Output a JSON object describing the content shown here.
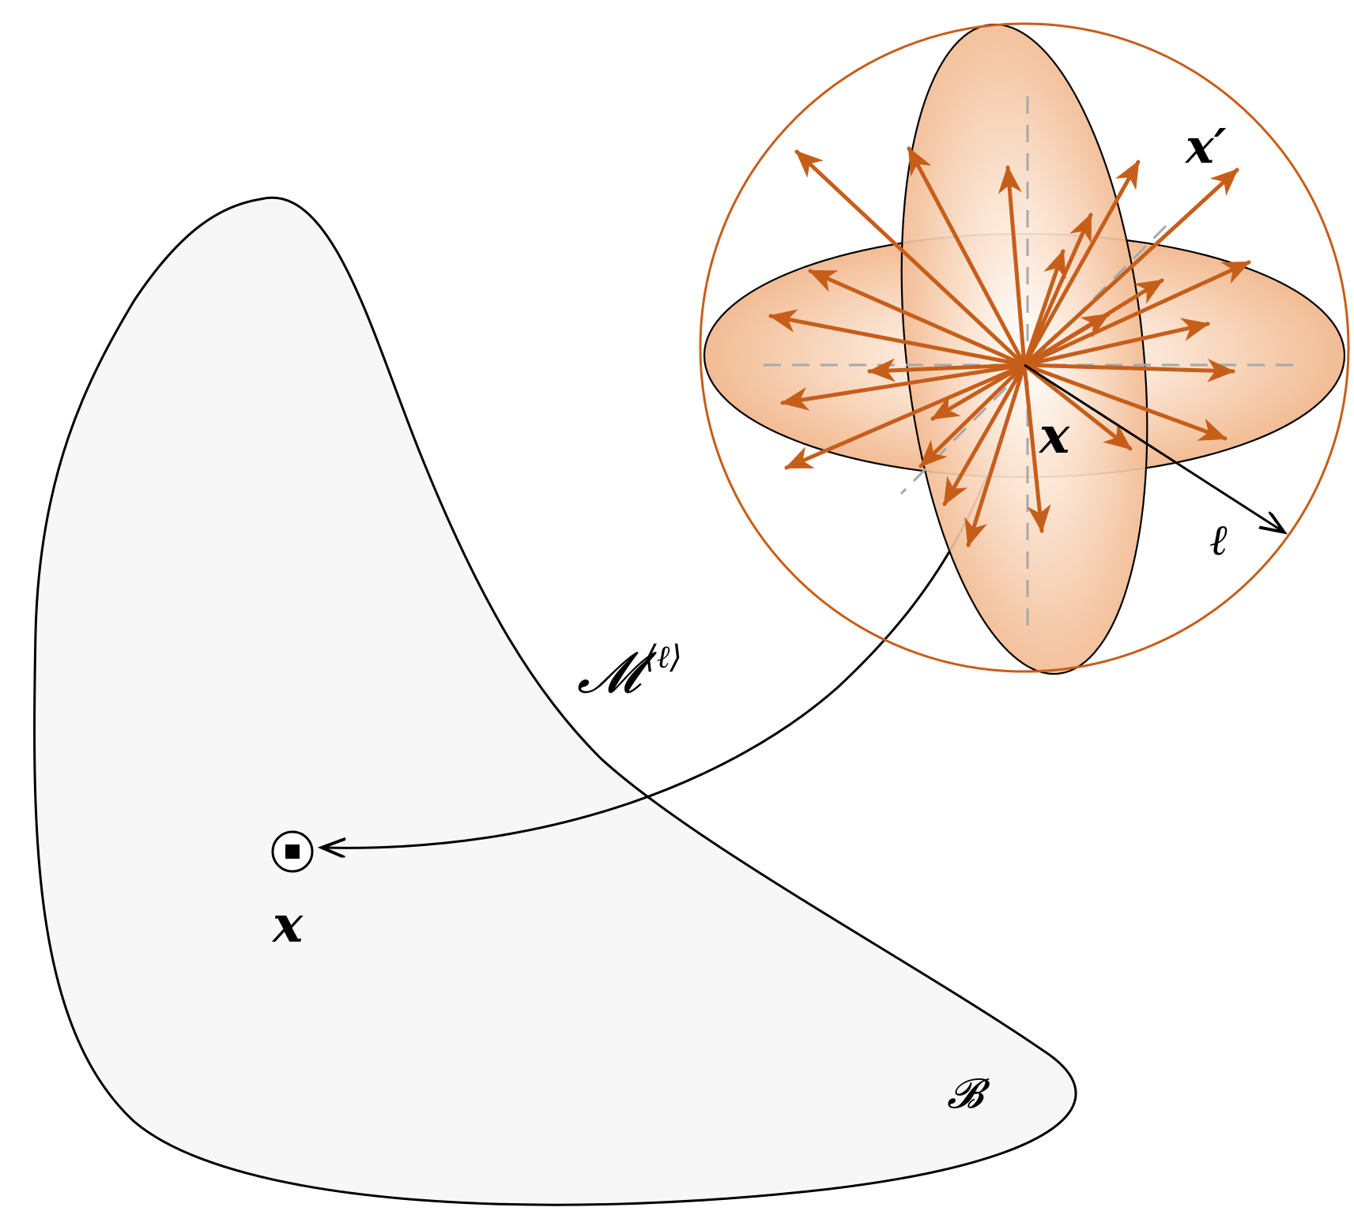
{
  "labels": {
    "body_name": "𝓑",
    "point_local": "𝒙",
    "point_center": "𝒙",
    "neighbor_point": "𝒙′",
    "horizon_vector": "ℓ",
    "operator_base": "𝓜",
    "operator_superscript": "⟨ℓ⟩"
  },
  "colors": {
    "body_fill": "#f7f7f7",
    "outline": "#000000",
    "accent": "#c65e1a",
    "disk_fill": "#f3c29c",
    "dashed_axis": "#a8a8a8"
  },
  "icons": {
    "material_point": "circled-dot-icon"
  },
  "neighborhood": {
    "bond_count": 24
  }
}
